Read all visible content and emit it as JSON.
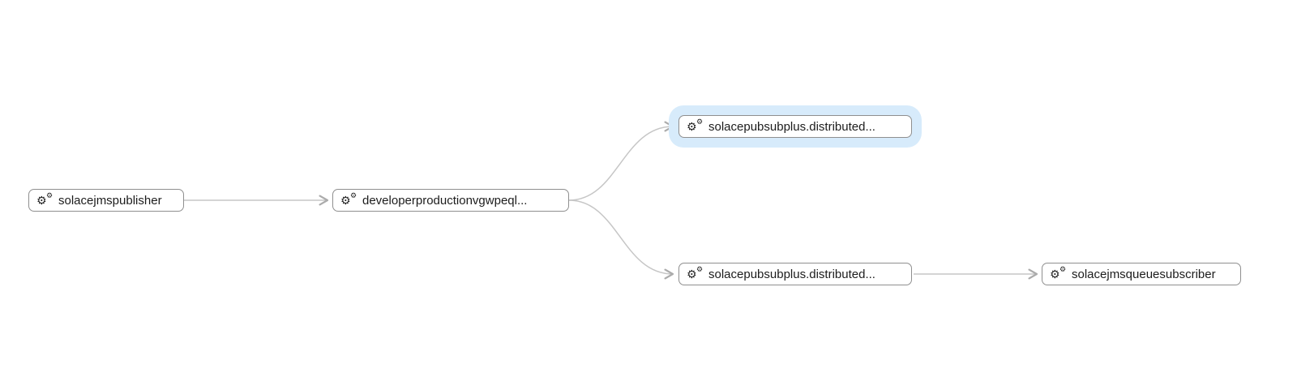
{
  "diagram": {
    "type": "node-link-flow-graph",
    "direction": "left-to-right"
  },
  "icons": {
    "gear_glyph": "⚙",
    "node_icon_name": "gears-icon"
  },
  "colors": {
    "canvas_bg": "#ffffff",
    "node_bg": "#ffffff",
    "node_border": "#8f8f8f",
    "node_text": "#1c1c1c",
    "edge": "#c6c6c6",
    "arrowhead": "#ababab",
    "selection_halo": "#d7ebfb"
  },
  "nodes": [
    {
      "id": "n0",
      "label": "solacejmspublisher",
      "icon": "gears-icon",
      "selected": false
    },
    {
      "id": "n1",
      "label": "developerproductionvgwpeql...",
      "icon": "gears-icon",
      "selected": false
    },
    {
      "id": "n2",
      "label": "solacepubsubplus.distributed...",
      "icon": "gears-icon",
      "selected": true
    },
    {
      "id": "n3",
      "label": "solacepubsubplus.distributed...",
      "icon": "gears-icon",
      "selected": false
    },
    {
      "id": "n4",
      "label": "solacejmsqueuesubscriber",
      "icon": "gears-icon",
      "selected": false
    }
  ],
  "edges": [
    {
      "from": "n0",
      "to": "n1"
    },
    {
      "from": "n1",
      "to": "n2"
    },
    {
      "from": "n1",
      "to": "n3"
    },
    {
      "from": "n3",
      "to": "n4"
    }
  ]
}
